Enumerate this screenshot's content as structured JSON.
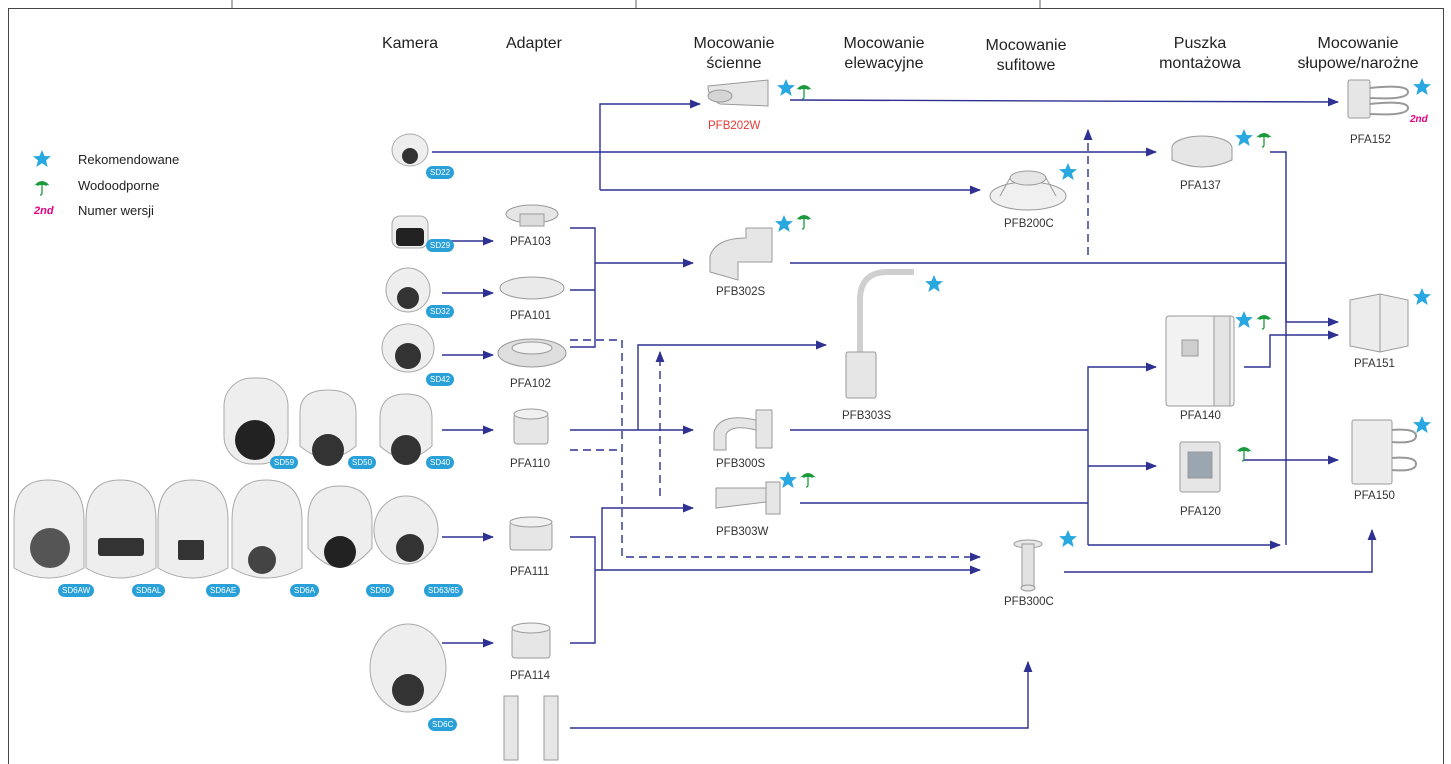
{
  "headers": {
    "camera": "Kamera",
    "adapter": "Adapter",
    "wall": "Mocowanie\nścienne",
    "elevation": "Mocowanie\nelewacyjne",
    "ceiling": "Mocowanie\nsufitowe",
    "junction_box": "Puszka\nmontażowa",
    "pole_corner": "Mocowanie\nsłupowe/narożne"
  },
  "legend": {
    "recommended": "Rekomendowane",
    "waterproof": "Wodoodporne",
    "version_tag": "2nd",
    "version": "Numer wersji"
  },
  "cameras": [
    "SD22",
    "SD29",
    "SD32",
    "SD42",
    "SD59",
    "SD50",
    "SD40",
    "SD6AW",
    "SD6AL",
    "SD6AE",
    "SD6A",
    "SD60",
    "SD63/65",
    "SD6C"
  ],
  "products": {
    "pfb202w": "PFB202W",
    "pfa152": "PFA152",
    "pfa152_tag": "2nd",
    "pfa137": "PFA137",
    "pfb200c": "PFB200C",
    "pfa103": "PFA103",
    "pfa101": "PFA101",
    "pfa102": "PFA102",
    "pfa110": "PFA110",
    "pfa111": "PFA111",
    "pfa114": "PFA114",
    "pfb302s": "PFB302S",
    "pfb303s": "PFB303S",
    "pfb300s": "PFB300S",
    "pfb303w": "PFB303W",
    "pfb300c": "PFB300C",
    "pfa140": "PFA140",
    "pfa120": "PFA120",
    "pfa151": "PFA151",
    "pfa150": "PFA150"
  },
  "colors": {
    "line": "#2e3192",
    "star": "#29a8e0",
    "umbrella": "#1a9a3c",
    "version": "#e6007e",
    "badge": "#2aa0d8"
  }
}
